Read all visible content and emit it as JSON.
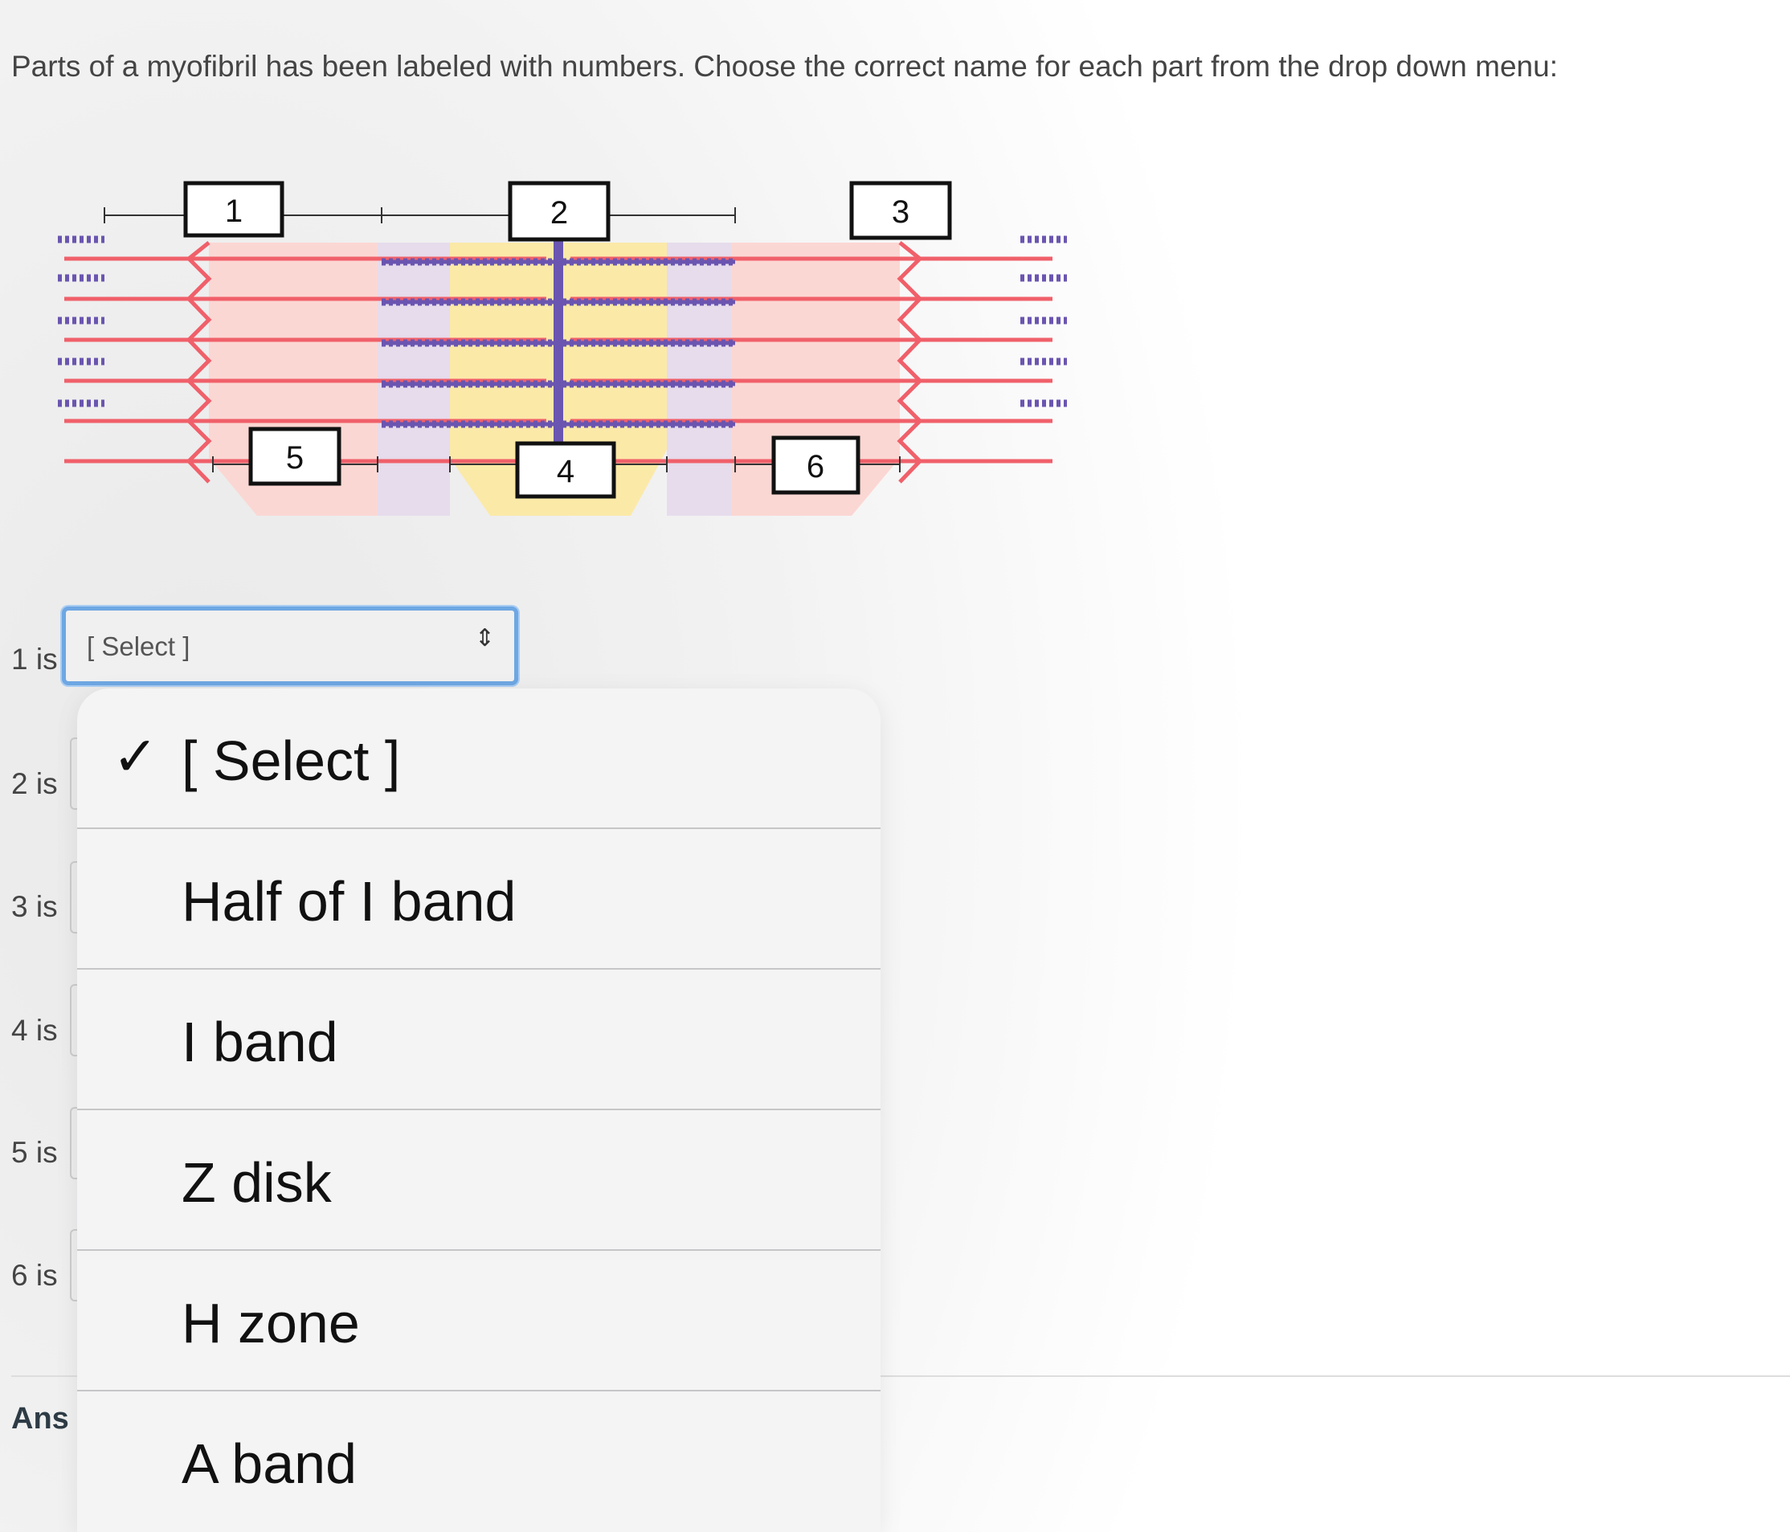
{
  "question": {
    "text": "Parts of a myofibril has been labeled with numbers.  Choose the correct name for each part from the drop down menu:"
  },
  "diagram": {
    "labels": [
      "1",
      "2",
      "3",
      "4",
      "5",
      "6"
    ],
    "colors": {
      "pink_band": "#fbd7d3",
      "lavender_band": "#e6dcec",
      "yellow_band": "#fbe9a8",
      "thin_filament": "#f0606a",
      "thick_filament": "#6a55b0"
    }
  },
  "rows": [
    {
      "label": "1 is"
    },
    {
      "label": "2 is"
    },
    {
      "label": "3 is"
    },
    {
      "label": "4 is"
    },
    {
      "label": "5 is"
    },
    {
      "label": "6 is"
    }
  ],
  "select": {
    "value": "[ Select ]",
    "arrows": "⇕"
  },
  "menu": {
    "check_glyph": "✓",
    "options": [
      {
        "label": "[ Select ]",
        "selected": true
      },
      {
        "label": "Half of I band",
        "selected": false
      },
      {
        "label": "I band",
        "selected": false
      },
      {
        "label": "Z disk",
        "selected": false
      },
      {
        "label": "H zone",
        "selected": false
      },
      {
        "label": "A band",
        "selected": false
      }
    ]
  },
  "answer": {
    "label": "Ans"
  }
}
